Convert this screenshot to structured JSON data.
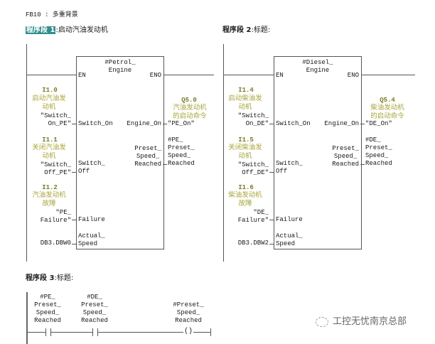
{
  "header": {
    "block_title": "FB10 : 多重背景"
  },
  "segments": [
    {
      "label": "程序段",
      "number": "1",
      "separator": ":",
      "title": "启动汽油发动机"
    },
    {
      "label": "程序段",
      "number": "2",
      "separator": ":",
      "title": "标题:"
    },
    {
      "label": "程序段",
      "number": "3",
      "separator": ":",
      "title": "标题:"
    }
  ],
  "petrol_block": {
    "instance_line1": "#Petrol_",
    "instance_line2": "Engine",
    "en": "EN",
    "eno": "ENO",
    "pins_in": [
      "Switch_On",
      "Switch_\nOff",
      "Failure",
      "Actual_\nSpeed"
    ],
    "pins_out": [
      "Engine_On",
      "Preset_\nSpeed_\nReached"
    ],
    "inputs": [
      {
        "address": "I1.0",
        "comment": "启动汽油发\n动机",
        "symbol": "\"Switch_\nOn_PE\""
      },
      {
        "address": "I1.1",
        "comment": "关闭汽油发\n动机",
        "symbol": "\"Switch_\nOff_PE\""
      },
      {
        "address": "I1.2",
        "comment": "汽油发动机\n故障",
        "symbol": "\"PE_\nFailure\""
      },
      {
        "address": "",
        "comment": "",
        "symbol": "DB3.DBW0"
      }
    ],
    "outputs": [
      {
        "address": "Q5.0",
        "comment": "汽油发动机\n的启动命令",
        "symbol": "\"PE_On\""
      },
      {
        "address": "",
        "comment": "",
        "symbol": "#PE_\nPreset_\nSpeed_\nReached"
      }
    ]
  },
  "diesel_block": {
    "instance_line1": "#Diesel_",
    "instance_line2": "Engine",
    "en": "EN",
    "eno": "ENO",
    "pins_in": [
      "Switch_On",
      "Switch_\nOff",
      "Failure",
      "Actual_\nSpeed"
    ],
    "pins_out": [
      "Engine_On",
      "Preset_\nSpeed_\nReached"
    ],
    "inputs": [
      {
        "address": "I1.4",
        "comment": "启动柴油发\n动机",
        "symbol": "\"Switch_\nOn_DE\""
      },
      {
        "address": "I1.5",
        "comment": "关闭柴油发\n动机",
        "symbol": "\"Switch_\nOff_DE\""
      },
      {
        "address": "I1.6",
        "comment": "柴油发动机\n故障",
        "symbol": "\"DE_\nFailure\""
      },
      {
        "address": "",
        "comment": "",
        "symbol": "DB3.DBW2"
      }
    ],
    "outputs": [
      {
        "address": "Q5.4",
        "comment": "柴油发动机\n的启动命令",
        "symbol": "\"DE_On\""
      },
      {
        "address": "",
        "comment": "",
        "symbol": "#DE_\nPreset_\nSpeed_\nReached"
      }
    ]
  },
  "network3": {
    "contacts": [
      {
        "symbol": "#PE_\nPreset_\nSpeed_\nReached",
        "glyph": "contact-no"
      },
      {
        "symbol": "#DE_\nPreset_\nSpeed_\nReached",
        "glyph": "contact-no"
      }
    ],
    "coil": {
      "symbol": "#Preset_\nSpeed_\nReached",
      "glyph": "()"
    }
  },
  "watermark": {
    "text": "工控无忧南京总部",
    "icon": "wechat-icon"
  }
}
